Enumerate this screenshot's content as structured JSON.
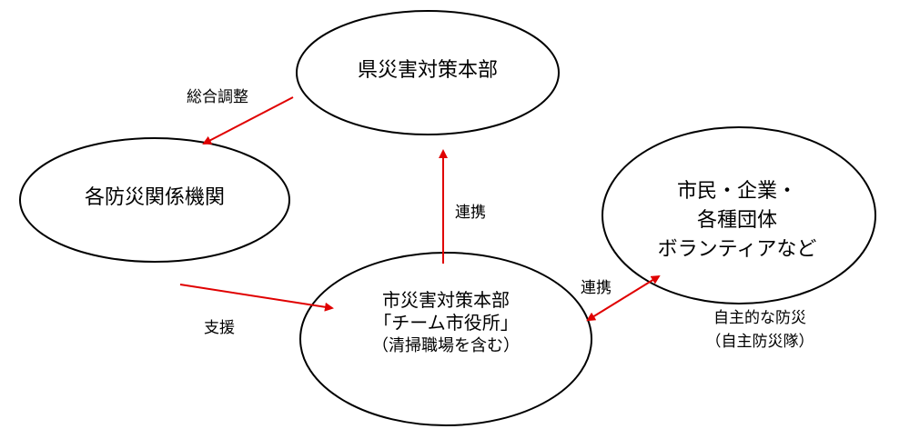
{
  "nodes": {
    "prefecture": {
      "lines": [
        "県災害対策本部"
      ]
    },
    "agencies": {
      "lines": [
        "各防災関係機関"
      ]
    },
    "city": {
      "lines": [
        "市災害対策本部",
        "「チーム市役所」"
      ],
      "sub": "（清掃職場を含む）"
    },
    "citizens": {
      "lines": [
        "市民・企業・",
        "各種団体",
        "ボランティアなど"
      ]
    }
  },
  "edges": {
    "coordination": "総合調整",
    "support": "支援",
    "liaison_pref": "連携",
    "liaison_citizens": "連携"
  },
  "volunteer_note": {
    "lines": [
      "自主的な防災",
      "（自主防災隊）"
    ]
  },
  "colors": {
    "arrow": "#e00000",
    "outline": "#000000",
    "text": "#000000"
  }
}
